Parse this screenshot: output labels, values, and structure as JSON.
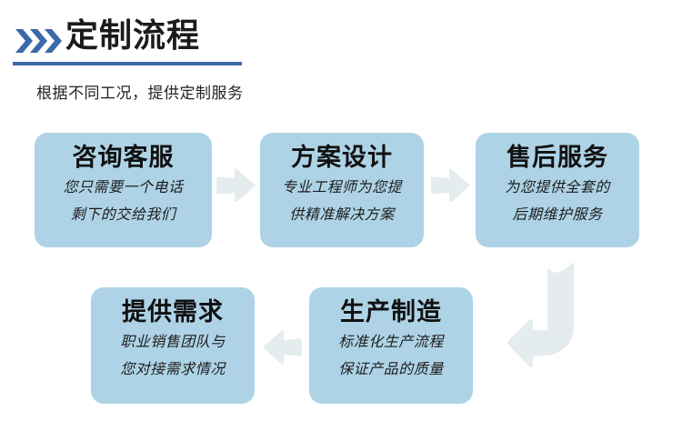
{
  "header": {
    "chevron_icon": "triple-chevron-right-icon",
    "title": "定制流程",
    "subtitle": "根据不同工况，提供定制服务",
    "rule_color": "#3b6aa8",
    "chevron_color": "#3b6aa8"
  },
  "theme": {
    "card_bg": "#aed3e6",
    "arrow_fill": "#e4ecee",
    "title_text": "#111111",
    "body_text": "#1d1d1d"
  },
  "flow": {
    "top_row": [
      {
        "title": "咨询客服",
        "desc_line1": "您只需要一个电话",
        "desc_line2": "剩下的交给我们"
      },
      {
        "title": "方案设计",
        "desc_line1": "专业工程师为您提",
        "desc_line2": "供精准解决方案"
      },
      {
        "title": "售后服务",
        "desc_line1": "为您提供全套的",
        "desc_line2": "后期维护服务"
      }
    ],
    "bottom_row": [
      {
        "title": "提供需求",
        "desc_line1": "职业销售团队与",
        "desc_line2": "您对接需求情况"
      },
      {
        "title": "生产制造",
        "desc_line1": "标准化生产流程",
        "desc_line2": "保证产品的质量"
      }
    ],
    "connectors": [
      {
        "icon": "arrow-right-icon",
        "from": "咨询客服",
        "to": "方案设计"
      },
      {
        "icon": "arrow-right-icon",
        "from": "方案设计",
        "to": "售后服务"
      },
      {
        "icon": "arrow-uturn-down-left-icon",
        "from": "售后服务",
        "to": "生产制造"
      },
      {
        "icon": "arrow-left-icon",
        "from": "生产制造",
        "to": "提供需求"
      }
    ]
  }
}
